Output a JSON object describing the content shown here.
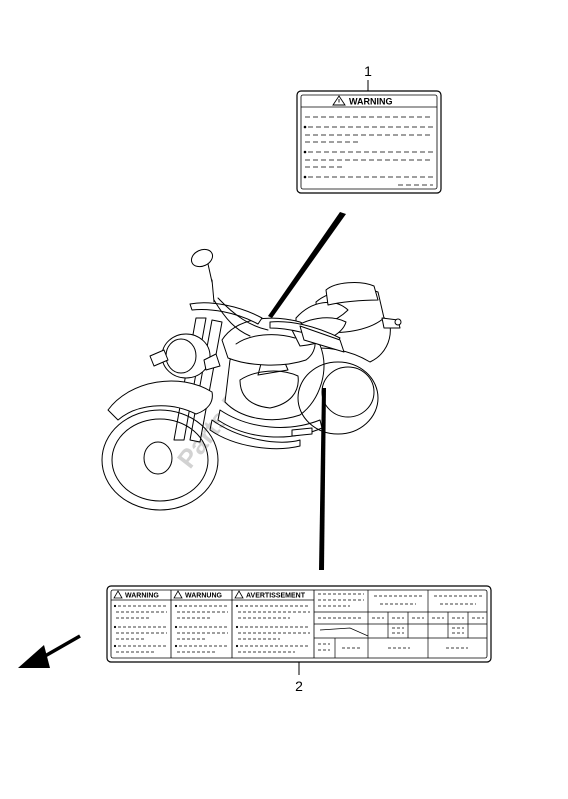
{
  "callouts": [
    {
      "number": "1"
    },
    {
      "number": "2"
    }
  ],
  "label_1": {
    "heading": "WARNING",
    "icon": "warning-triangle-icon"
  },
  "label_2": {
    "headings": [
      "WARNING",
      "WARNUNG",
      "AVERTISSEMENT"
    ],
    "icon": "warning-triangle-icon"
  },
  "watermark": {
    "text": "Parts Republik",
    "color": "#c8c8c8"
  },
  "front_arrow": {
    "icon": "direction-arrow-icon"
  }
}
